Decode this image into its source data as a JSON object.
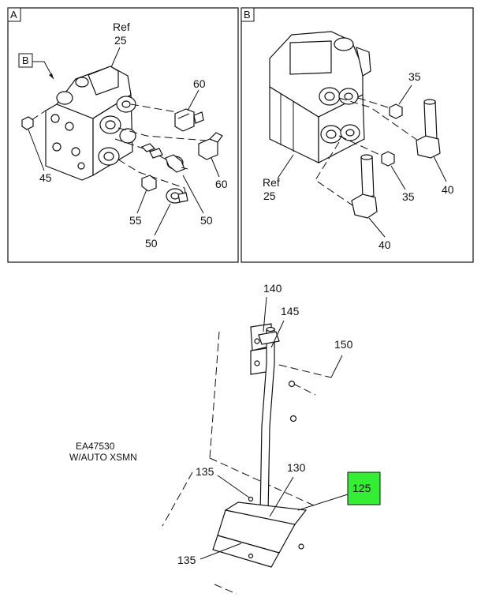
{
  "panel_a": {
    "badge": "A",
    "ref_word": "Ref",
    "ref_num": "25",
    "callout_b": "B",
    "labels": {
      "p60_top": "60",
      "p60_right": "60",
      "p45": "45",
      "p55": "55",
      "p50_left": "50",
      "p50_right": "50"
    }
  },
  "panel_b": {
    "badge": "B",
    "ref_word": "Ref",
    "ref_num": "25",
    "labels": {
      "p35_top": "35",
      "p35_bottom": "35",
      "p40_right": "40",
      "p40_bottom": "40"
    }
  },
  "lower": {
    "labels": {
      "p140": "140",
      "p145": "145",
      "p150": "150",
      "p130": "130",
      "p135_top": "135",
      "p135_bottom": "135"
    },
    "highlight_label": "125",
    "highlight_color": "#33ee33",
    "note_line1": "EA47530",
    "note_line2": "W/AUTO XSMN"
  }
}
